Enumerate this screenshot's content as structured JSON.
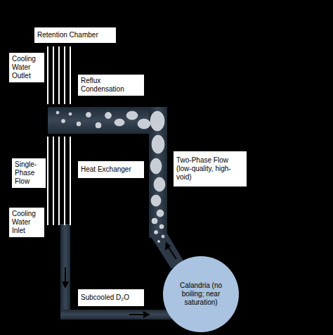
{
  "diagram": {
    "nodes": [
      {
        "text": [
          "Retention Chamber"
        ]
      },
      {
        "text": [
          "Cooling Water Outlet"
        ]
      },
      {
        "text": [
          "Reflux Condensation"
        ]
      },
      {
        "text": [
          "Two-Phase Flow (low-quality, high-void)"
        ]
      },
      {
        "text": [
          "Single-Phase Flow"
        ]
      },
      {
        "text": [
          "Heat Exchanger"
        ]
      },
      {
        "text": [
          "Cooling Water Inlet"
        ]
      },
      {
        "text": [
          "Subcooled D₂O"
        ]
      },
      {
        "text": [
          "Calandria (no boiling; near saturation)"
        ]
      }
    ]
  }
}
